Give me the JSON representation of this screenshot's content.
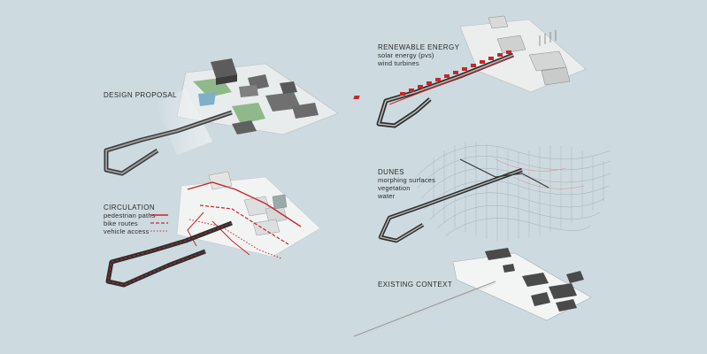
{
  "panels": {
    "design_proposal": {
      "title": "DESIGN PROPOSAL"
    },
    "circulation": {
      "title": "CIRCULATION",
      "legend": [
        {
          "label": "pedestrian paths",
          "color": "#c8262a",
          "style": "solid"
        },
        {
          "label": "bike routes",
          "color": "#c8262a",
          "style": "dashed"
        },
        {
          "label": "vehicle access",
          "color": "#c8262a",
          "style": "dotted"
        }
      ]
    },
    "renewable_energy": {
      "title": "RENEWABLE ENERGY",
      "items": [
        "solar energy (pvs)",
        "wind turbines"
      ]
    },
    "dunes": {
      "title": "DUNES",
      "items": [
        "morphing surfaces",
        "vegetation",
        "water"
      ]
    },
    "existing_context": {
      "title": "EXISTING CONTEXT"
    }
  },
  "colors": {
    "background": "#cddbe0",
    "accent_red": "#c8262a",
    "ground": "#ececec",
    "pier": "#3a3a3a"
  }
}
